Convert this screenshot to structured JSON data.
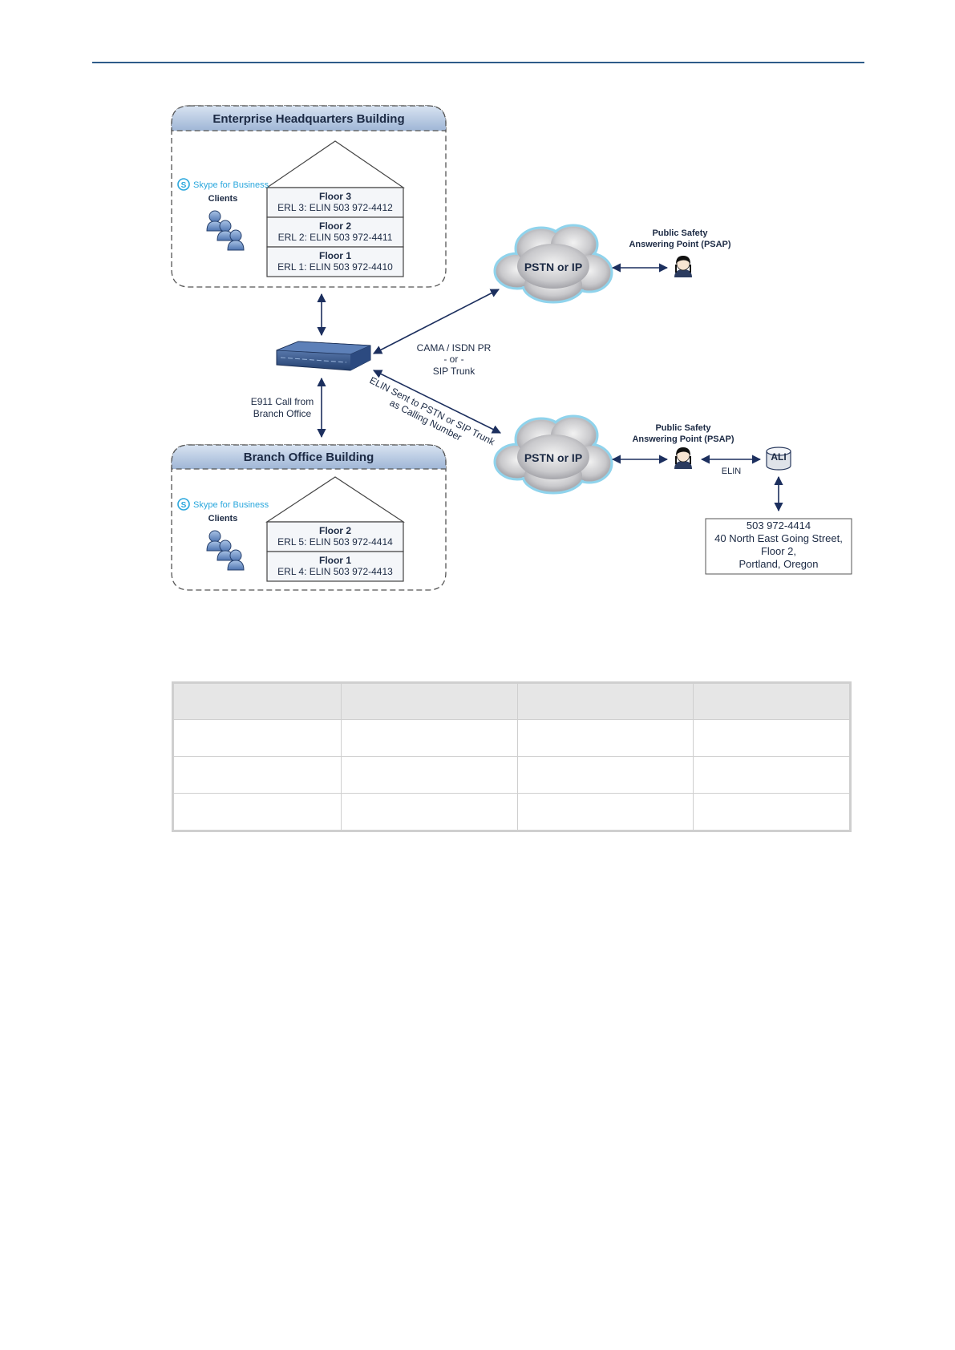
{
  "hq": {
    "title": "Enterprise Headquarters Building",
    "skype_label": "Skype for Business",
    "clients_label": "Clients",
    "floors": [
      {
        "name": "Floor 3",
        "erl": "ERL 3: ELIN 503 972-4412"
      },
      {
        "name": "Floor 2",
        "erl": "ERL 2: ELIN 503 972-4411"
      },
      {
        "name": "Floor 1",
        "erl": "ERL 1: ELIN 503 972-4410"
      }
    ]
  },
  "branch": {
    "title": "Branch Office Building",
    "skype_label": "Skype for Business",
    "clients_label": "Clients",
    "floors": [
      {
        "name": "Floor 2",
        "erl": "ERL 5: ELIN 503 972-4414"
      },
      {
        "name": "Floor 1",
        "erl": "ERL 4: ELIN 503 972-4413"
      }
    ]
  },
  "network": {
    "cloud_top": "PSTN or IP",
    "cloud_bottom": "PSTN or IP",
    "trunk_line1": "CAMA / ISDN PR",
    "trunk_line2": "- or -",
    "trunk_line3": "SIP Trunk",
    "elin_line1": "ELIN Sent to PSTN or SIP Trunk",
    "elin_line2": "as Calling Number",
    "e911_line1": "E911 Call from",
    "e911_line2": "Branch Office"
  },
  "psap_top": {
    "line1": "Public Safety",
    "line2": "Answering Point (PSAP)"
  },
  "psap_bottom": {
    "line1": "Public Safety",
    "line2": "Answering Point (PSAP)"
  },
  "ali": {
    "label": "ALI",
    "elin_label": "ELIN"
  },
  "address": {
    "line1": "503 972-4414",
    "line2": "40 North East Going Street,",
    "line3": "Floor 2,",
    "line4": "Portland, Oregon"
  },
  "colors": {
    "accent": "#1c2f5e",
    "header_band": "#b9cbe3",
    "rule": "#2e5b8a",
    "skype": "#2aa7dd"
  },
  "table": {
    "headers": [
      "",
      "",
      "",
      ""
    ],
    "rows": [
      [
        "",
        "",
        "",
        ""
      ],
      [
        "",
        "",
        "",
        ""
      ],
      [
        "",
        "",
        "",
        ""
      ]
    ]
  }
}
